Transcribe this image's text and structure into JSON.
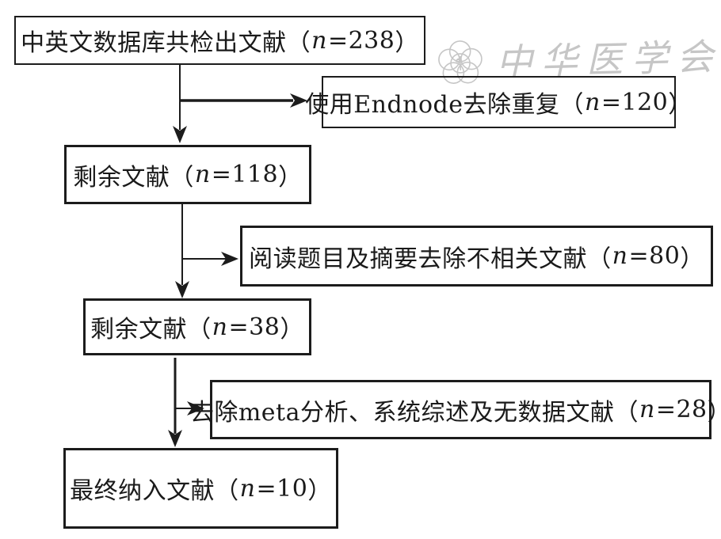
{
  "boxes": [
    {
      "id": "retrieved",
      "label": "中英文数据库共检出文献",
      "count": "238"
    },
    {
      "id": "deduplicated",
      "label": "使用Endnode去除重复",
      "count": "120"
    },
    {
      "id": "remaining-1",
      "label": "剩余文献",
      "count": "118"
    },
    {
      "id": "screen-title-abstract",
      "label": "阅读题目及摘要去除不相关文献",
      "count": "80"
    },
    {
      "id": "remaining-2",
      "label": "剩余文献",
      "count": "38"
    },
    {
      "id": "exclude-meta",
      "label": "去除meta分析、系统综述及无数据文献",
      "count": "28"
    },
    {
      "id": "included",
      "label": "最终纳入文献",
      "count": "10"
    }
  ],
  "punct": {
    "open": "（",
    "n_var": "n",
    "eq": "=",
    "close": "）"
  },
  "edges": [
    {
      "from": "retrieved",
      "to": "deduplicated",
      "direction": "right"
    },
    {
      "from": "retrieved",
      "to": "remaining-1",
      "direction": "down"
    },
    {
      "from": "remaining-1",
      "to": "screen-title-abstract",
      "direction": "right"
    },
    {
      "from": "remaining-1",
      "to": "remaining-2",
      "direction": "down"
    },
    {
      "from": "remaining-2",
      "to": "exclude-meta",
      "direction": "right"
    },
    {
      "from": "remaining-2",
      "to": "included",
      "direction": "down"
    }
  ],
  "watermark": {
    "text": "中华医学会"
  },
  "colors": {
    "line": "#1c1c1c",
    "text": "#1a1a1a",
    "watermark": "#c6c6c6",
    "background": "#ffffff"
  }
}
